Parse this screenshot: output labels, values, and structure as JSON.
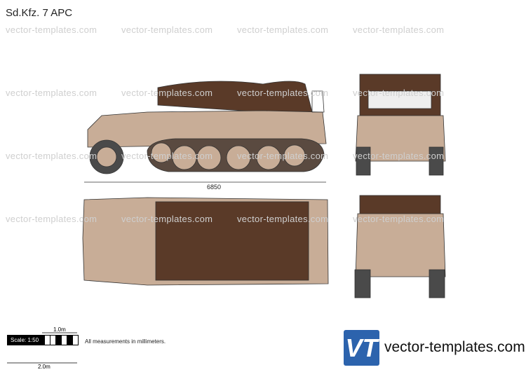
{
  "title": "Sd.Kfz. 7 APC",
  "watermark": "vector-templates.com",
  "dimension_length": "6850",
  "scale": {
    "label": "Scale: 1:50",
    "short": "1.0m",
    "long": "2.0m"
  },
  "note": "All measurements in millimeters.",
  "logo": {
    "mark": "VT",
    "site": "vector-templates.com"
  },
  "colors": {
    "tarp": "#5a3a28",
    "body": "#c8ad97",
    "tire": "#4a4a4a",
    "brand": "#2c63ad"
  }
}
